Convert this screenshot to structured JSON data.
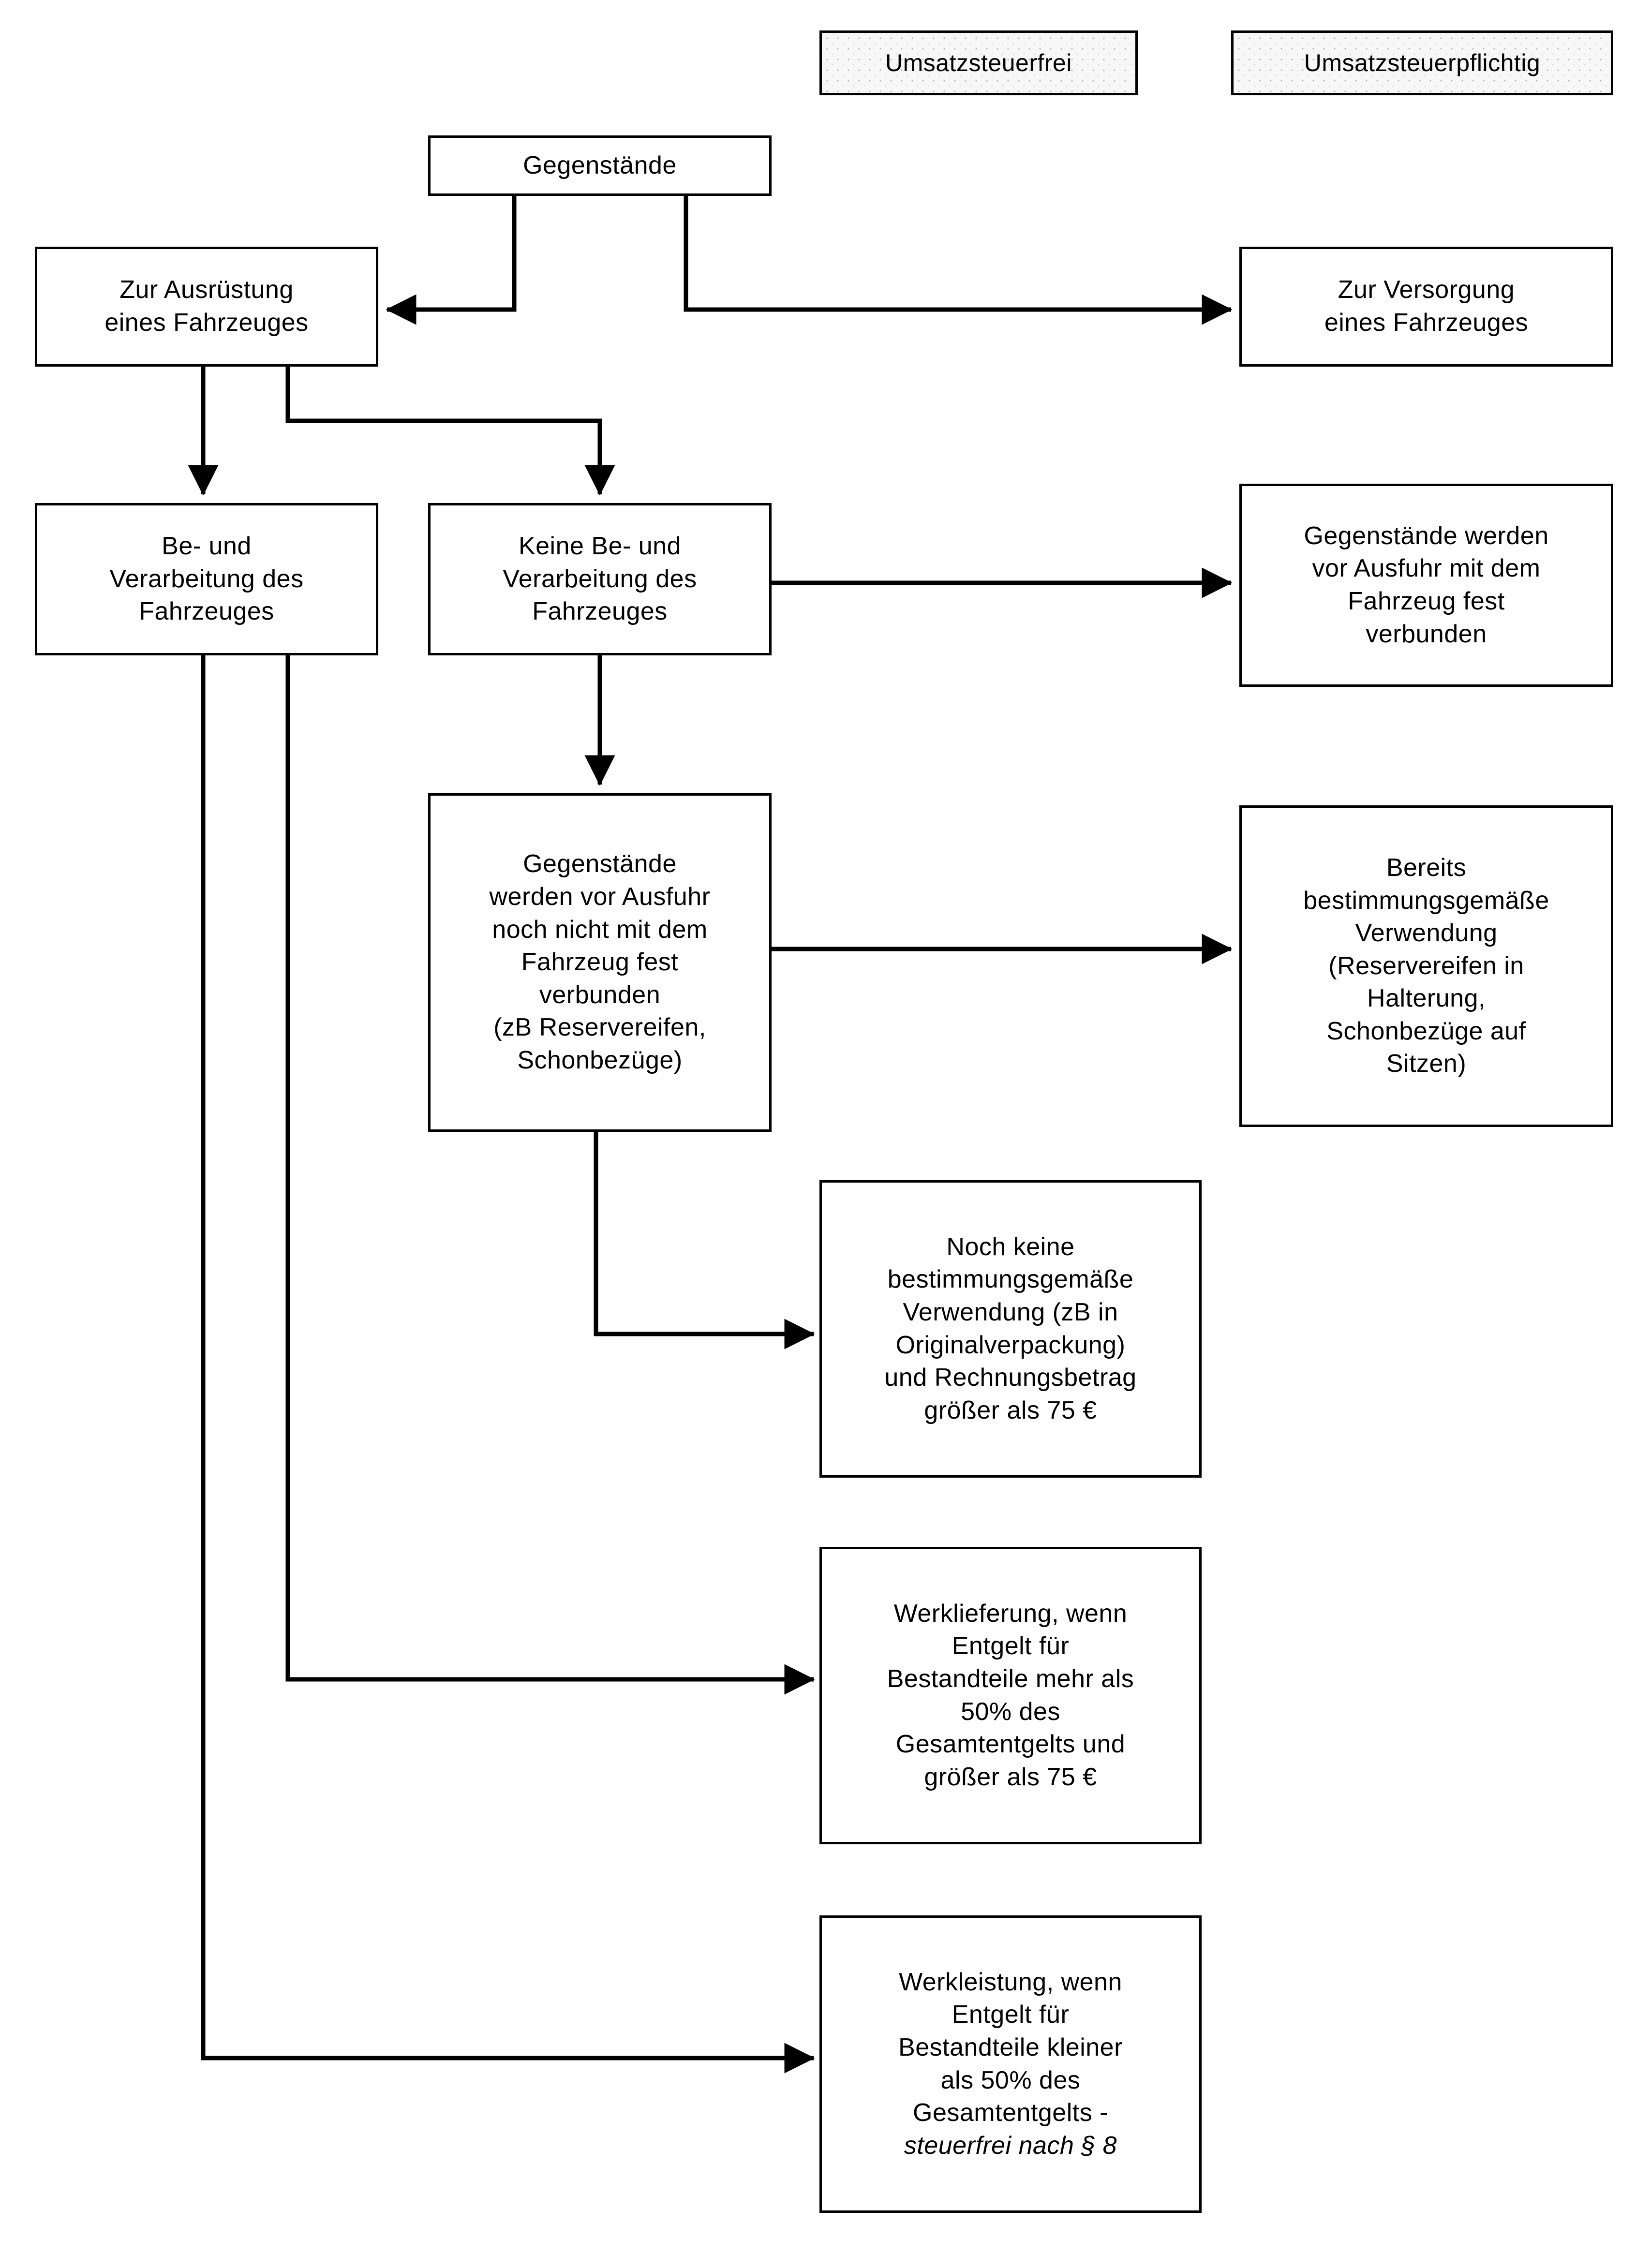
{
  "diagram": {
    "title": "Umsatzsteuer Gegenstaende Fahrzeug Flussdiagramm",
    "legend": {
      "tax_free": "Umsatzsteuerfrei",
      "taxable": "Umsatzsteuerpflichtig"
    },
    "colors": {
      "stroke": "#000000",
      "fill": "#ffffff",
      "legend_fill": "#f7f7f7",
      "legend_dots": "#b9b9b9"
    },
    "nodes": {
      "gegenstaende": "Gegenstände",
      "zur_ausruestung": "Zur Ausrüstung\neines Fahrzeuges",
      "zur_versorgung": "Zur Versorgung\neines Fahrzeuges",
      "be_und_verarbeitung": "Be- und\nVerarbeitung des\nFahrzeuges",
      "keine_be_und_verarbeitung": "Keine Be- und\nVerarbeitung des\nFahrzeuges",
      "fest_verbunden": "Gegenstände werden\nvor Ausfuhr mit dem\nFahrzeug fest\nverbunden",
      "noch_nicht_verbunden": "Gegenstände\nwerden vor Ausfuhr\nnoch nicht mit dem\nFahrzeug fest\nverbunden\n(zB Reservereifen,\nSchonbezüge)",
      "bereits_bestimmungsgemaesse": "Bereits\nbestimmungsgemäße\nVerwendung\n(Reservereifen in\nHalterung,\nSchonbezüge auf\nSitzen)",
      "noch_keine_bestimmungsgemaesse": "Noch keine\nbestimmungsgemäße\nVerwendung (zB in\nOriginalverpackung)\nund Rechnungsbetrag\ngrößer als 75 €",
      "werklieferung": "Werklieferung, wenn\nEntgelt für\nBestandteile mehr als\n50% des\nGesamtentgelts und\ngrößer als 75 €",
      "werkleistung_line1": "Werkleistung, wenn",
      "werkleistung_line2": "Entgelt für",
      "werkleistung_line3": "Bestandteile kleiner",
      "werkleistung_line4": "als 50% des",
      "werkleistung_line5": "Gesamtentgelts -",
      "werkleistung_line6_italic": "steuerfrei nach § 8"
    },
    "edges": [
      {
        "from": "gegenstaende",
        "to": "zur_ausruestung",
        "style": "orthogonal-arrow"
      },
      {
        "from": "gegenstaende",
        "to": "zur_versorgung",
        "style": "orthogonal-arrow"
      },
      {
        "from": "zur_ausruestung",
        "to": "be_und_verarbeitung",
        "style": "straight-arrow"
      },
      {
        "from": "zur_ausruestung",
        "to": "keine_be_und_verarbeitung",
        "style": "orthogonal-arrow"
      },
      {
        "from": "keine_be_und_verarbeitung",
        "to": "fest_verbunden",
        "style": "straight-arrow"
      },
      {
        "from": "keine_be_und_verarbeitung",
        "to": "noch_nicht_verbunden",
        "style": "straight-arrow"
      },
      {
        "from": "noch_nicht_verbunden",
        "to": "bereits_bestimmungsgemaesse",
        "style": "straight-arrow"
      },
      {
        "from": "noch_nicht_verbunden",
        "to": "noch_keine_bestimmungsgemaesse",
        "style": "orthogonal-arrow"
      },
      {
        "from": "be_und_verarbeitung",
        "to": "werklieferung",
        "style": "orthogonal-arrow"
      },
      {
        "from": "be_und_verarbeitung",
        "to": "werkleistung",
        "style": "orthogonal-arrow"
      }
    ]
  }
}
